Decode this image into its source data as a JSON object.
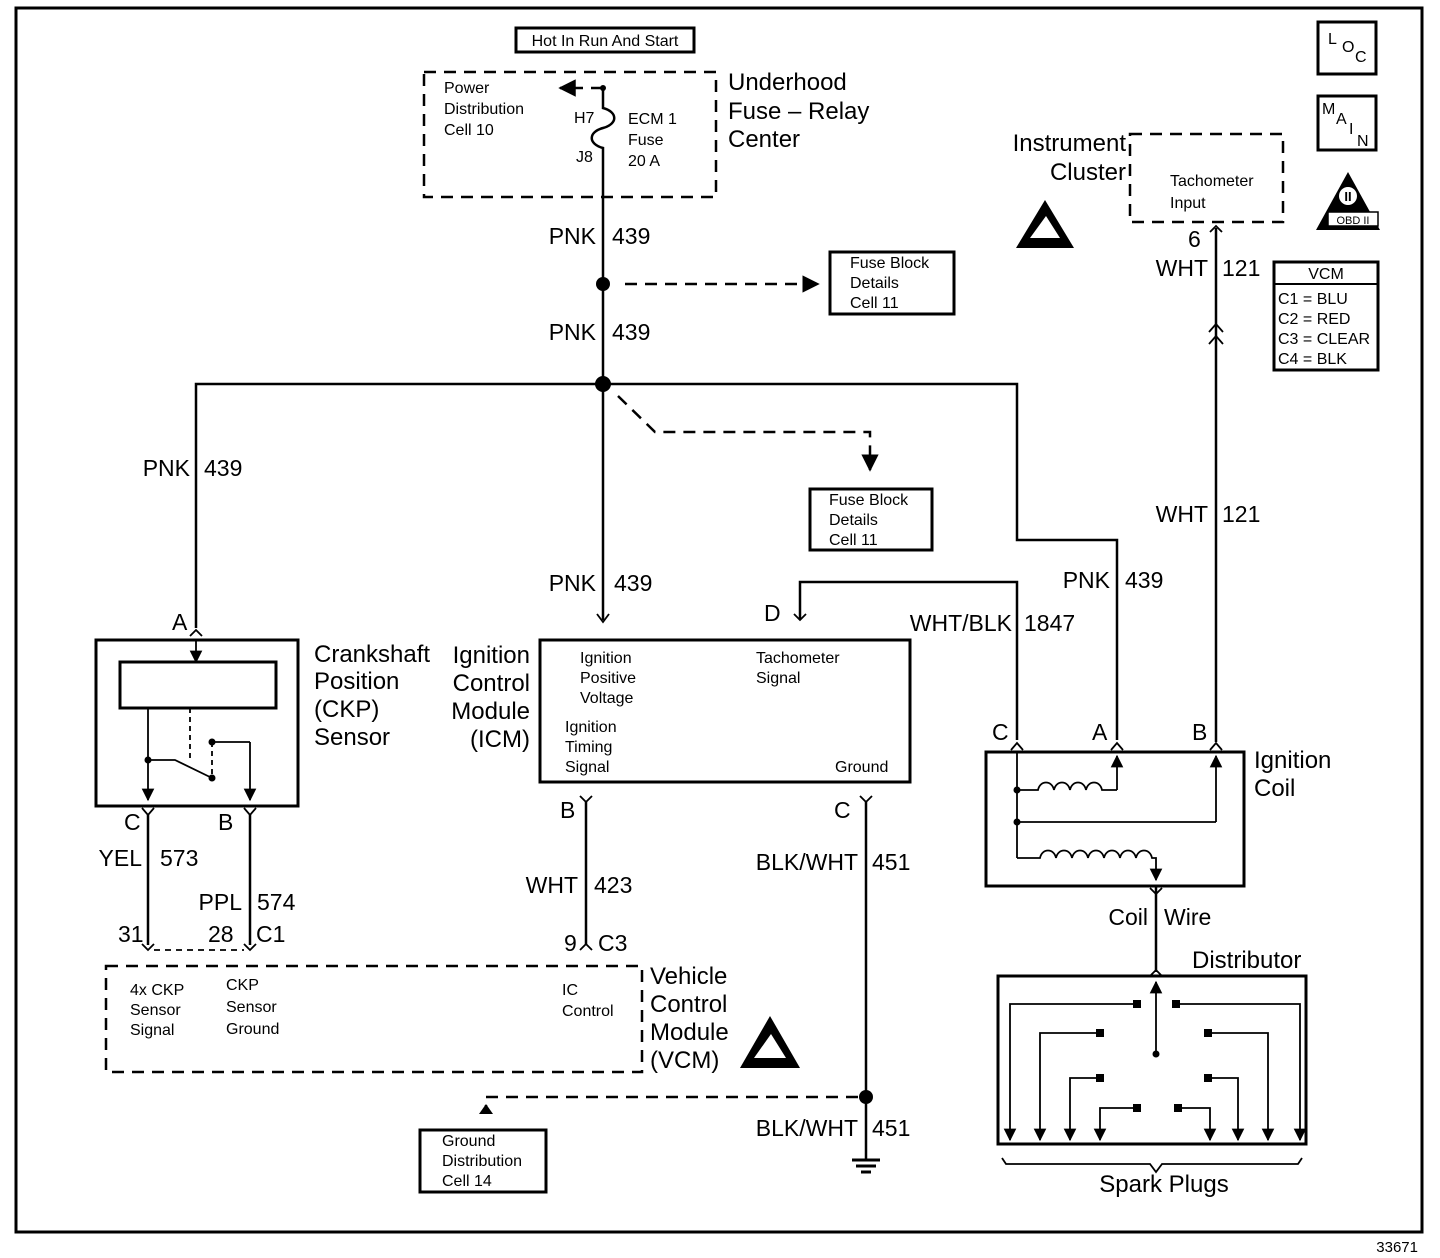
{
  "figure_number": "33671",
  "power_header": "Hot In Run And Start",
  "fuse_center": {
    "title_lines": [
      "Underhood",
      "Fuse – Relay",
      "Center"
    ],
    "ref_lines": [
      "Power",
      "Distribution",
      "Cell 10"
    ],
    "pin_top": "H7",
    "pin_bottom": "J8",
    "fuse_lines": [
      "ECM 1",
      "Fuse",
      "20 A"
    ]
  },
  "wires": {
    "pnk_439": {
      "color": "PNK",
      "circuit": "439"
    },
    "wht_121": {
      "color": "WHT",
      "circuit": "121"
    },
    "wht_blk_1847": {
      "color": "WHT/BLK",
      "circuit": "1847"
    },
    "yel_573": {
      "color": "YEL",
      "circuit": "573"
    },
    "ppl_574": {
      "color": "PPL",
      "circuit": "574"
    },
    "wht_423": {
      "color": "WHT",
      "circuit": "423"
    },
    "blk_wht_451": {
      "color": "BLK/WHT",
      "circuit": "451"
    },
    "coil_wire": {
      "color": "Coil",
      "circuit": "Wire"
    }
  },
  "fuse_block_ref": [
    "Fuse Block",
    "Details",
    "Cell 11"
  ],
  "ground_ref": [
    "Ground",
    "Distribution",
    "Cell 14"
  ],
  "instrument_cluster": {
    "title_lines": [
      "Instrument",
      "Cluster"
    ],
    "input_lines": [
      "Tachometer",
      "Input"
    ],
    "pin": "6"
  },
  "badges": {
    "loc": [
      "L",
      "O",
      "C"
    ],
    "main": [
      "M",
      "A",
      "I",
      "N"
    ],
    "obd": "OBD II",
    "obd_numeral": "II"
  },
  "vcm_legend": {
    "title": "VCM",
    "rows": [
      "C1 = BLU",
      "C2 = RED",
      "C3 = CLEAR",
      "C4 = BLK"
    ]
  },
  "ckp_sensor": {
    "title_lines": [
      "Crankshaft",
      "Position",
      "(CKP)",
      "Sensor"
    ],
    "pin_a": "A",
    "pin_c": "C",
    "pin_b": "B"
  },
  "icm": {
    "title_lines": [
      "Ignition",
      "Control",
      "Module",
      "(ICM)"
    ],
    "positive_lines": [
      "Ignition",
      "Positive",
      "Voltage"
    ],
    "timing_lines": [
      "Ignition",
      "Timing",
      "Signal"
    ],
    "tach_lines": [
      "Tachometer",
      "Signal"
    ],
    "ground": "Ground",
    "pin_d": "D",
    "pin_b": "B",
    "pin_c": "C"
  },
  "ignition_coil": {
    "title_lines": [
      "Ignition",
      "Coil"
    ],
    "pin_c": "C",
    "pin_a": "A",
    "pin_b": "B"
  },
  "distributor": "Distributor",
  "spark_plugs": "Spark Plugs",
  "vcm": {
    "title_lines": [
      "Vehicle",
      "Control",
      "Module",
      "(VCM)"
    ],
    "ckp_signal_lines": [
      "4x CKP",
      "Sensor",
      "Signal"
    ],
    "ckp_ground_lines": [
      "CKP",
      "Sensor",
      "Ground"
    ],
    "ic_lines": [
      "IC",
      "Control"
    ],
    "pin_31": "31",
    "pin_28": "28",
    "conn_c1": "C1",
    "pin_9": "9",
    "conn_c3": "C3"
  }
}
